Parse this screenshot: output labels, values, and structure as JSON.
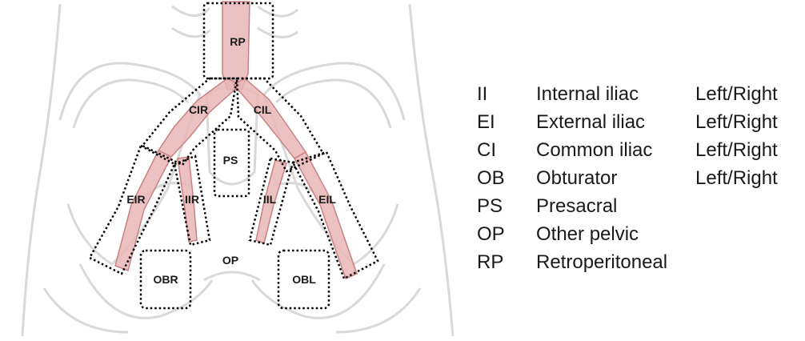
{
  "diagram": {
    "regions": [
      {
        "id": "rp",
        "label": "RP"
      },
      {
        "id": "cir",
        "label": "CIR"
      },
      {
        "id": "cil",
        "label": "CIL"
      },
      {
        "id": "ps",
        "label": "PS"
      },
      {
        "id": "eir",
        "label": "EIR"
      },
      {
        "id": "iir",
        "label": "IIR"
      },
      {
        "id": "iil",
        "label": "IIL"
      },
      {
        "id": "eil",
        "label": "EIL"
      },
      {
        "id": "op",
        "label": "OP"
      },
      {
        "id": "obr",
        "label": "OBR"
      },
      {
        "id": "obl",
        "label": "OBL"
      }
    ],
    "colors": {
      "vessel_fill": "#e9b6b6",
      "vessel_stroke": "#c98282",
      "anatomy_outline": "#d9d9d9",
      "region_border": "#000000"
    }
  },
  "legend": {
    "rows": [
      {
        "code": "II",
        "name": "Internal iliac",
        "side": "Left/Right"
      },
      {
        "code": "EI",
        "name": "External iliac",
        "side": "Left/Right"
      },
      {
        "code": "CI",
        "name": "Common iliac",
        "side": "Left/Right"
      },
      {
        "code": "OB",
        "name": "Obturator",
        "side": "Left/Right"
      },
      {
        "code": "PS",
        "name": "Presacral",
        "side": ""
      },
      {
        "code": "OP",
        "name": "Other pelvic",
        "side": ""
      },
      {
        "code": "RP",
        "name": "Retroperitoneal",
        "side": ""
      }
    ]
  }
}
